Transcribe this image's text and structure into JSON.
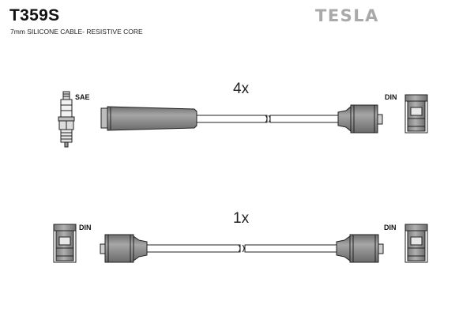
{
  "header": {
    "part_number": "T359S",
    "cable_spec": "7mm SILICONE CABLE- RESISTIVE CORE",
    "brand": "TESLA"
  },
  "cables": [
    {
      "quantity_label": "4x",
      "left_connector": "SAE",
      "right_connector": "DIN"
    },
    {
      "quantity_label": "1x",
      "left_connector": "DIN",
      "right_connector": "DIN"
    }
  ],
  "colors": {
    "boot_fill": "#8c8c8c",
    "boot_dark": "#555555",
    "outline": "#222222",
    "logo": "#a9a9a9"
  }
}
